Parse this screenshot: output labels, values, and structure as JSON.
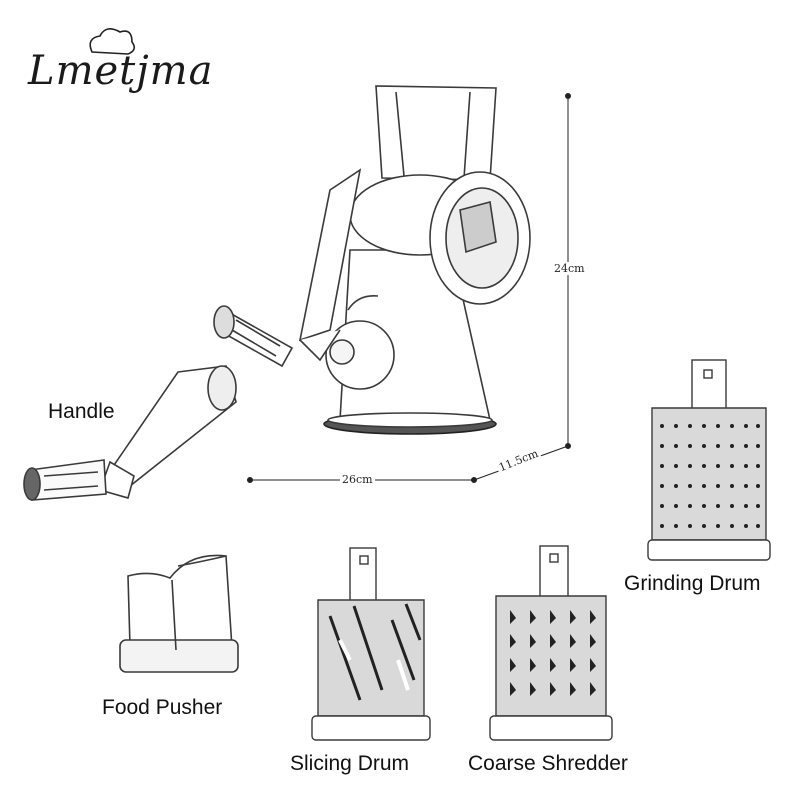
{
  "brand": {
    "name": "Lmetjma"
  },
  "dimensions": {
    "height": "24cm",
    "width": "26cm",
    "depth": "11.5cm"
  },
  "parts": {
    "handle": "Handle",
    "food_pusher": "Food Pusher",
    "slicing_drum": "Slicing Drum",
    "coarse_shredder": "Coarse Shredder",
    "grinding_drum": "Grinding Drum"
  },
  "colors": {
    "line": "#3a3a3a",
    "metal": "#d9d9d9",
    "dark": "#222222"
  }
}
